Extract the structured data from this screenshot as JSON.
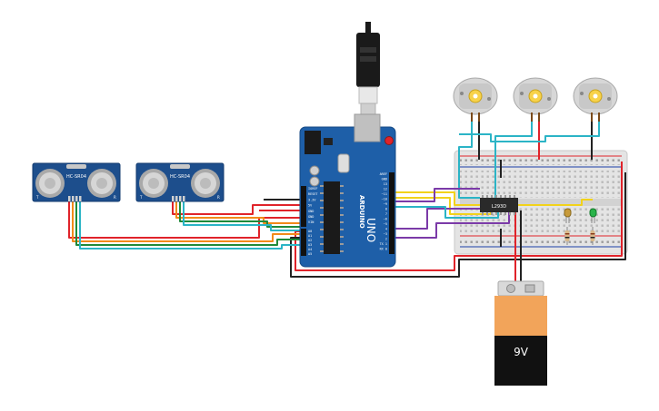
{
  "sensors": [
    {
      "label": "HC-SR04",
      "pin_labels": [
        "T",
        "R"
      ]
    },
    {
      "label": "HC-SR04",
      "pin_labels": [
        "T",
        "R"
      ]
    }
  ],
  "arduino": {
    "brand": "ARDUINO",
    "model": "UNO",
    "digital_pins": [
      "AREF",
      "GND",
      "13",
      "12",
      "~11",
      "~10",
      "~9",
      "8",
      "7",
      "~6",
      "~5",
      "4",
      "~3",
      "2",
      "TX 1",
      "RX 0"
    ],
    "power_pins": [
      "IOREF",
      "RESET",
      "3.3V",
      "5V",
      "GND",
      "GND",
      "VIN"
    ],
    "analog_pins": [
      "A0",
      "A1",
      "A2",
      "A3",
      "A4",
      "A5"
    ]
  },
  "driver_chip": {
    "label": "L293D"
  },
  "battery": {
    "label": "9V"
  },
  "colors": {
    "arduino": "#1e5fa8",
    "sensor": "#1d4e8c",
    "wire_red": "#e0232a",
    "wire_black": "#222222",
    "wire_orange": "#f28a1a",
    "wire_green": "#1f8a3a",
    "wire_teal": "#2bb4c6",
    "wire_purple": "#7b3aa8",
    "wire_yellow": "#f2d21a",
    "battery_top": "#f2a45a",
    "battery_bottom": "#111111"
  }
}
